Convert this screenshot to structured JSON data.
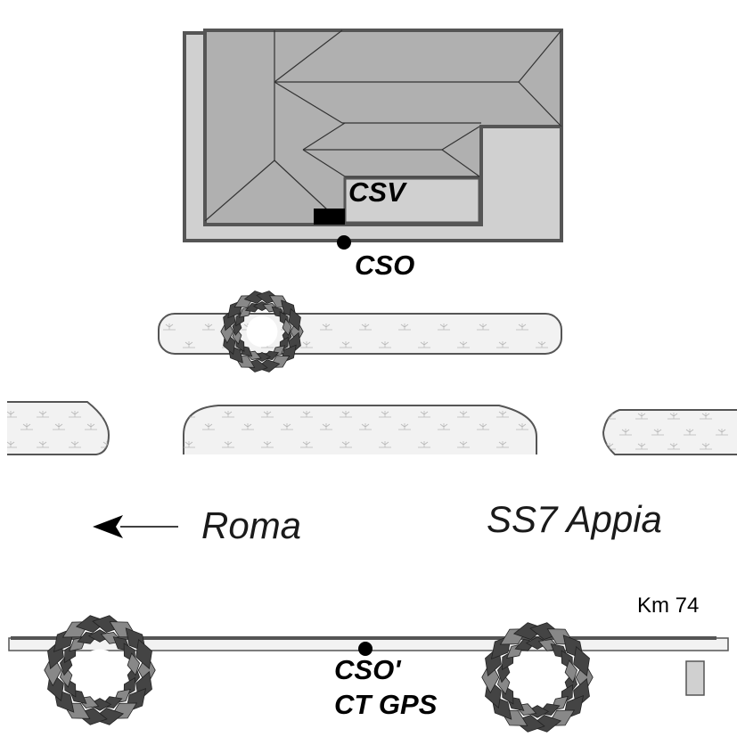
{
  "labels": {
    "csv": "CSV",
    "cso": "CSO",
    "direction": "Roma",
    "road": "SS7 Appia",
    "km": "Km 74",
    "cso_prime": "CSO'",
    "ct_gps": "CT GPS"
  },
  "icons": {
    "arrow": "arrow-left-icon",
    "tree": "tree-crown-icon",
    "point": "survey-point-icon",
    "marker": "km-marker-icon"
  },
  "colors": {
    "roof": "#b0b0b0",
    "ground": "#d0d0d0",
    "outline": "#555555",
    "tree_dark": "#444444",
    "tree_light": "#888888",
    "kerb": "#f2f2f2"
  }
}
